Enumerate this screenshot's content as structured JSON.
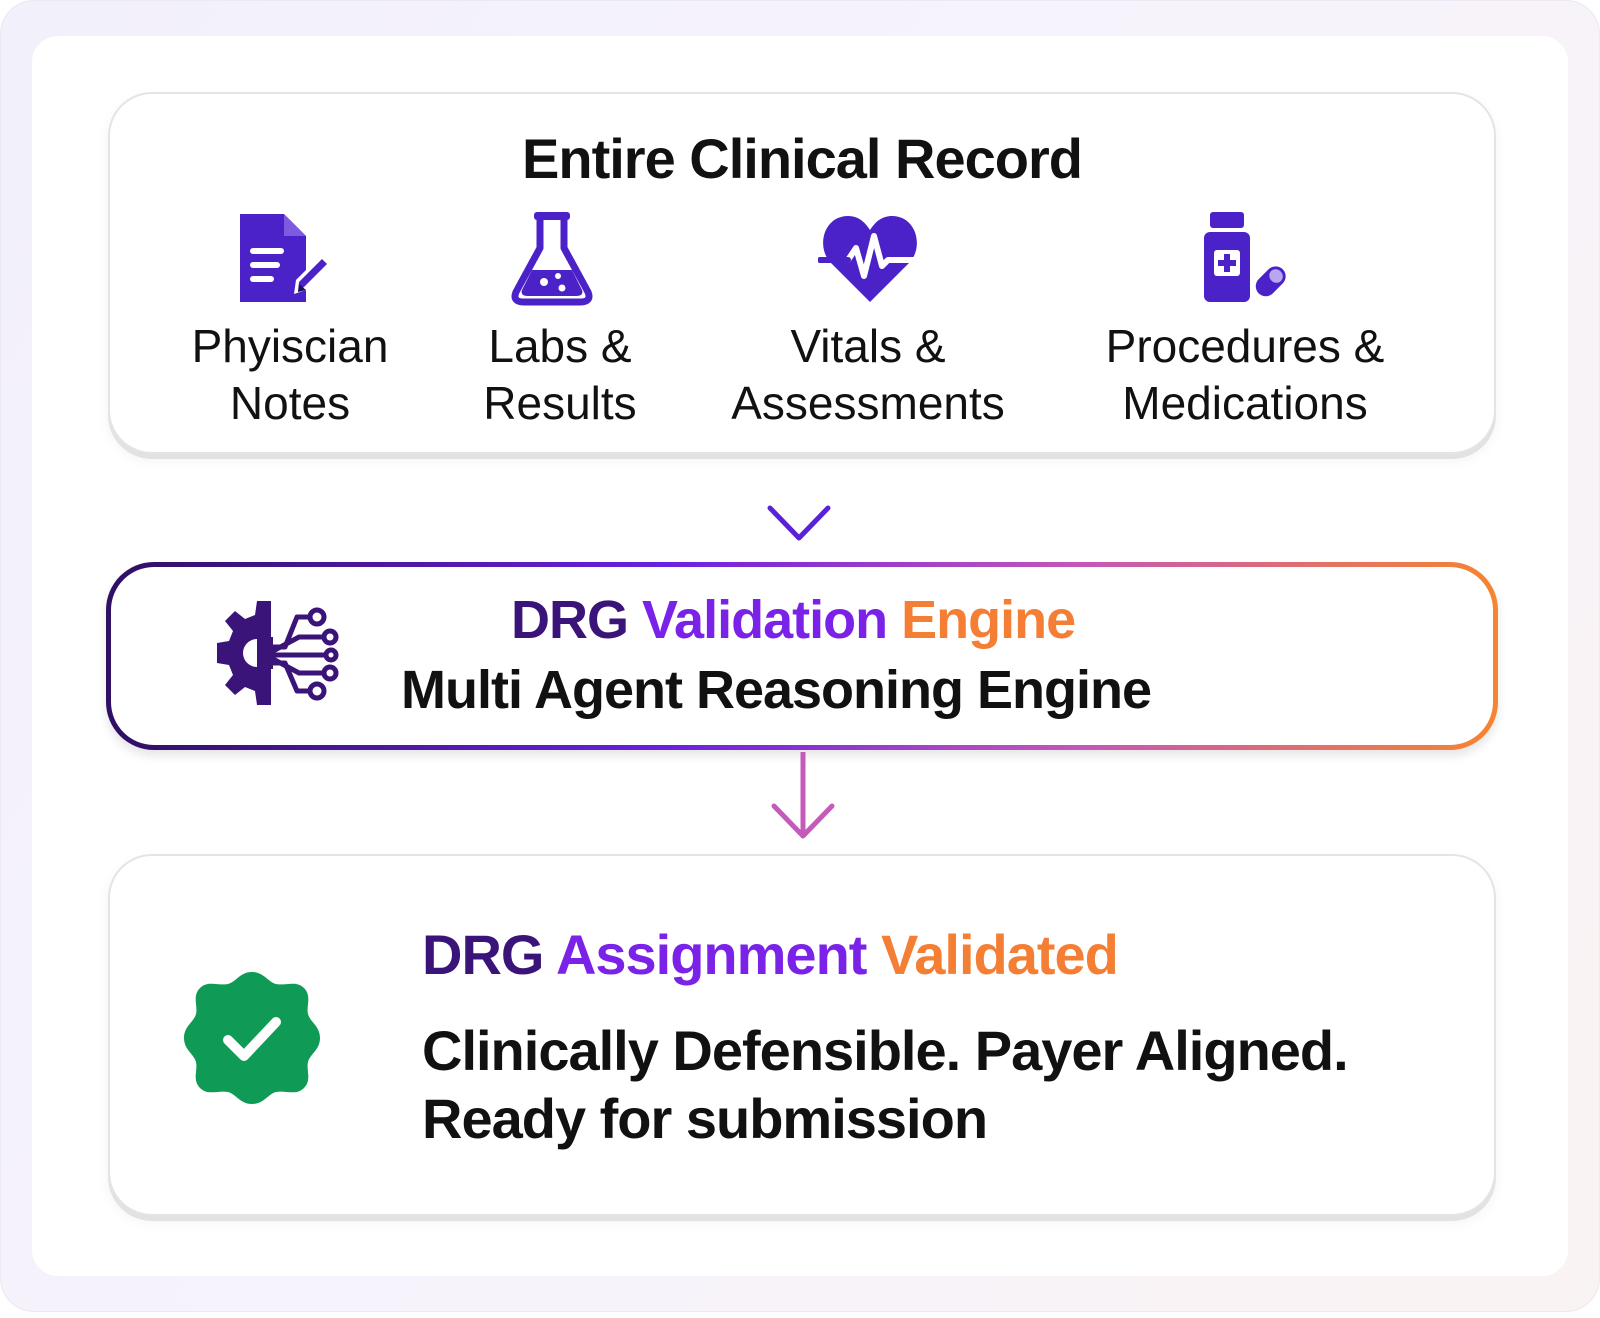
{
  "record": {
    "title": "Entire Clinical Record",
    "sources": [
      {
        "icon": "document-pencil-icon",
        "line1": "Phyiscian",
        "line2": "Notes"
      },
      {
        "icon": "lab-flask-icon",
        "line1": "Labs &",
        "line2": "Results"
      },
      {
        "icon": "heart-pulse-icon",
        "line1": "Vitals &",
        "line2": "Assessments"
      },
      {
        "icon": "medicine-bottle-pill-icon",
        "line1": "Procedures &",
        "line2": "Medications"
      }
    ]
  },
  "engine": {
    "icon": "gear-circuit-icon",
    "title_part1": "DRG",
    "title_part2": "Validation",
    "title_part3": "Engine",
    "subtitle": "Multi Agent Reasoning Engine"
  },
  "result": {
    "icon": "verified-check-badge-icon",
    "title_part1": "DRG",
    "title_part2": "Assignment",
    "title_part3": "Validated",
    "line1": "Clinically Defensible. Payer Aligned.",
    "line2": "Ready for submission"
  },
  "colors": {
    "icon_purple": "#4a22c8",
    "dark_purple": "#3a1478",
    "accent_purple": "#7a22e8",
    "accent_orange": "#f47f34",
    "badge_green": "#0f9a55"
  }
}
